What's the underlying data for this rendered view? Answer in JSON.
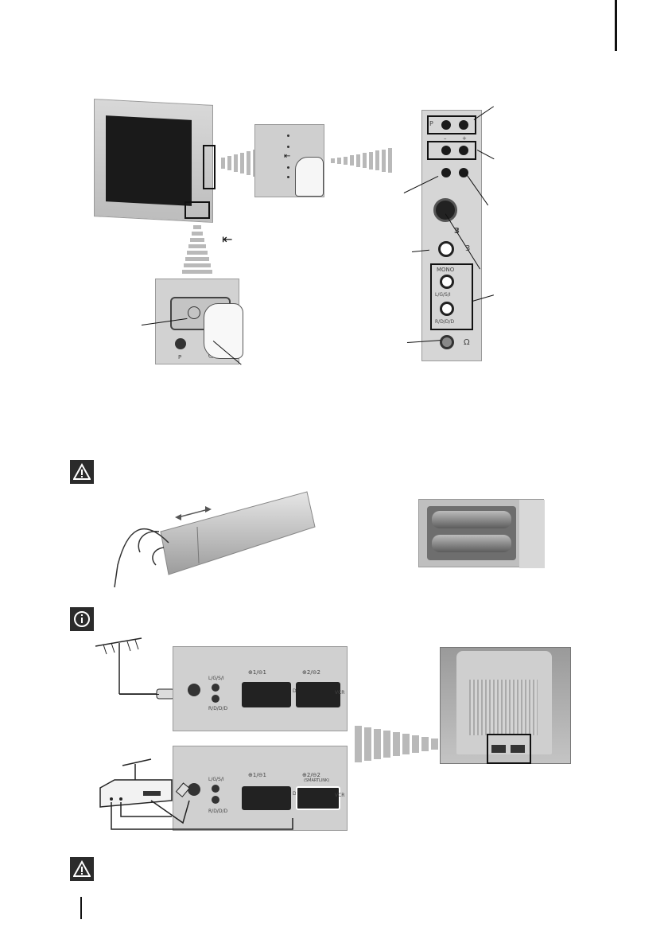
{
  "page": {
    "tab_marker": ""
  },
  "figure1": {
    "panel_labels": {
      "p_button": "P",
      "minus": "–",
      "plus": "+",
      "svideo_num": "3",
      "av_num": "3",
      "mono": "MONO",
      "lgsi": "L/G/S/I",
      "rdd": "R/D/D/D",
      "headphone_symbol": "Ω"
    },
    "door_open_symbol": "⇤",
    "front_labels": {
      "p": "P",
      "standby": "⏻"
    }
  },
  "figure2": {
    "battery_text_1": "",
    "battery_text_2": ""
  },
  "figure3": {
    "rear_labels": {
      "lgsi": "L/G/S/I",
      "rdd": "R/D/D/D",
      "scart1": "⊕1/⊖1",
      "scart2": "⊕2/⊖2",
      "smartlink": "(SMARTLINK)",
      "dvd": "DVD",
      "vcr": "VCR"
    }
  }
}
